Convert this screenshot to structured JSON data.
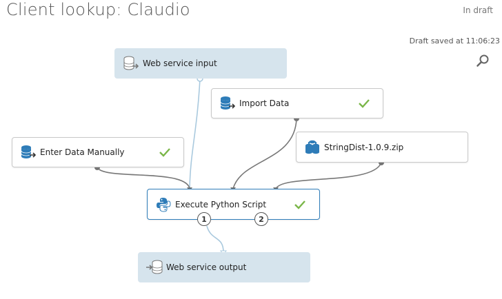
{
  "header": {
    "title": "Client lookup: Claudio",
    "status": "In draft",
    "saved": "Draft saved at 11:06:23"
  },
  "nodes": {
    "web_service_input": {
      "label": "Web service input"
    },
    "import_data": {
      "label": "Import Data",
      "complete": true
    },
    "enter_data_manually": {
      "label": "Enter Data Manually",
      "complete": true
    },
    "stringdist_zip": {
      "label": "StringDist-1.0.9.zip"
    },
    "execute_python_script": {
      "label": "Execute Python Script",
      "complete": true,
      "ports": [
        "1",
        "2"
      ]
    },
    "web_service_output": {
      "label": "Web service output"
    }
  },
  "colors": {
    "accent": "#2e7cb8",
    "ws_module_bg": "#d6e4ed",
    "check": "#7ab648",
    "connector": "#777777",
    "ws_connector": "#a9c9de"
  },
  "icons": [
    "database-input-icon",
    "python-icon",
    "zip-dataset-icon",
    "search-icon",
    "checkmark-icon"
  ]
}
